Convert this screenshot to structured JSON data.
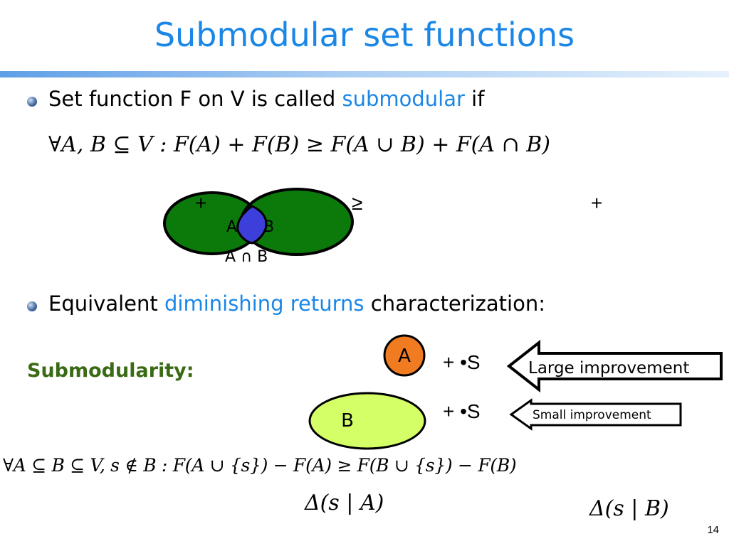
{
  "slide": {
    "title": "Submodular set functions",
    "page_number": "14"
  },
  "bullet1": {
    "prefix": "Set function F on V is called ",
    "highlight": "submodular",
    "suffix": " if",
    "formula": "∀A, B ⊆ V : F(A) + F(B) ≥ F(A ∪ B) + F(A ∩ B)"
  },
  "venn": {
    "plus_left": "+",
    "geq": "≥",
    "plus_right": "+",
    "label_a": "A",
    "label_b": "B",
    "label_intersection": "A ∩ B"
  },
  "bullet2": {
    "prefix": "Equivalent ",
    "highlight": "diminishing returns",
    "suffix": " characterization:"
  },
  "submodularity": {
    "label": "Submodularity:",
    "set_a": "A",
    "set_b": "B",
    "add_s_top": "+ •S",
    "add_s_bottom": "+ •S",
    "arrow_top": "Large improvement",
    "arrow_bottom": "Small improvement",
    "formula": "∀A ⊆ B ⊆ V, s ∉ B : F(A ∪ {s}) − F(A) ≥ F(B ∪ {s}) − F(B)",
    "delta_a": "Δ(s | A)",
    "delta_b": "Δ(s | B)"
  },
  "colors": {
    "title": "#1a86e6",
    "highlight": "#1a86e6",
    "venn_green": "#0b7a0b",
    "venn_intersection": "#3c3fd9",
    "set_a_fill": "#f07b21",
    "set_b_fill": "#d4ff66",
    "submodularity_label": "#3a6b14"
  }
}
